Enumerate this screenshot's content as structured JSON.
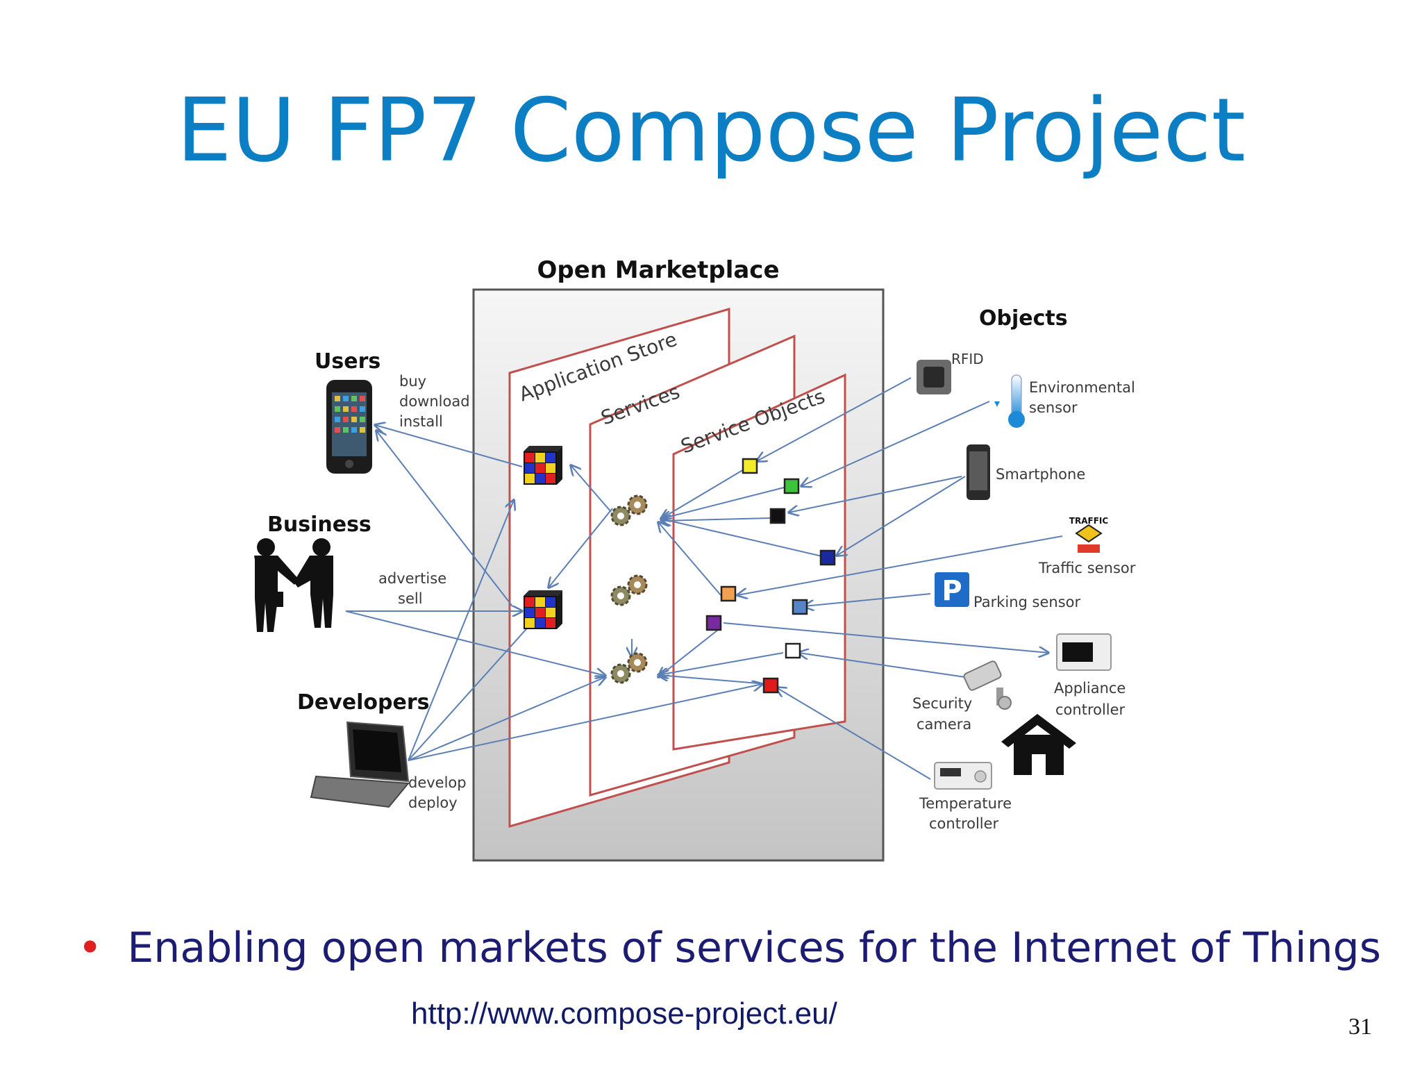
{
  "title": "EU FP7 Compose Project",
  "diagram": {
    "marketplace": "Open Marketplace",
    "layers": {
      "app_store": "Application Store",
      "services": "Services",
      "service_objects": "Service Objects"
    },
    "actors": {
      "users": "Users",
      "users_actions": [
        "buy",
        "download",
        "install"
      ],
      "business": "Business",
      "business_actions": [
        "advertise",
        "sell"
      ],
      "developers": "Developers",
      "developers_actions": [
        "develop",
        "deploy"
      ]
    },
    "objects": {
      "header": "Objects",
      "rfid": "RFID",
      "environmental": [
        "Environmental",
        "sensor"
      ],
      "smartphone": "Smartphone",
      "traffic": "Traffic sensor",
      "traffic_sign": "TRAFFIC",
      "parking": "Parking sensor",
      "parking_sign": "P",
      "appliance": [
        "Appliance",
        "controller"
      ],
      "security": [
        "Security",
        "camera"
      ],
      "temperature": [
        "Temperature",
        "controller"
      ]
    },
    "colors": {
      "layer_border": "#c0504d",
      "arrow": "#5b7fb5",
      "panel": "#dcdcdc"
    }
  },
  "bullet": "Enabling open markets of services for the Internet of Things",
  "url": "http://www.compose-project.eu/",
  "page_number": "31"
}
